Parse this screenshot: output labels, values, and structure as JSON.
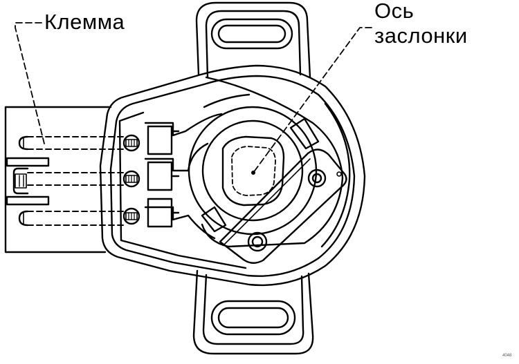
{
  "labels": {
    "terminal": "Клемма",
    "shaft_line1": "Ось",
    "shaft_line2": "заслонки",
    "figure_code": "4048"
  },
  "colors": {
    "stroke": "#000000",
    "background": "#ffffff"
  }
}
